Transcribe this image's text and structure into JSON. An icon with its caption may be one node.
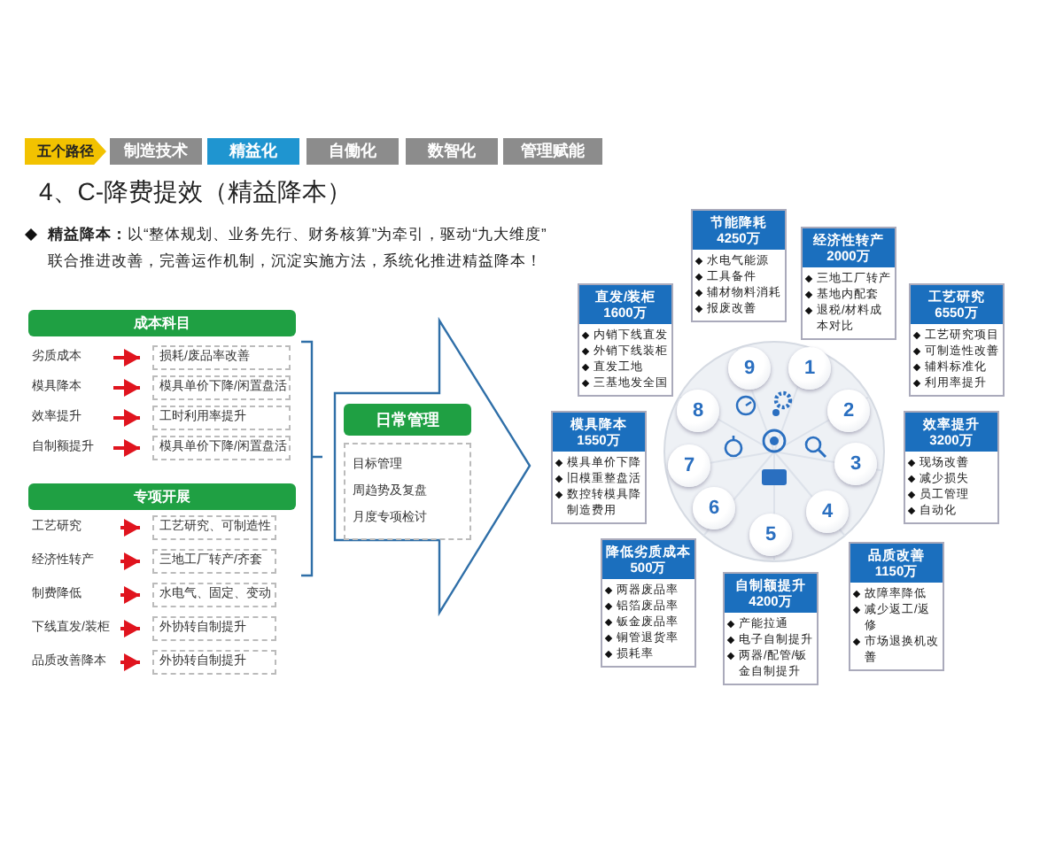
{
  "diagram": {
    "title": "4、C-降费提效（精益降本）",
    "nodes": [
      {
        "text": [
          "五个路径"
        ]
      },
      {
        "text": [
          "制造技术"
        ]
      },
      {
        "text": [
          "精益化"
        ]
      },
      {
        "text": [
          "自働化"
        ]
      },
      {
        "text": [
          "数智化"
        ]
      },
      {
        "text": [
          "管理赋能"
        ]
      },
      {
        "text": [
          "成本科目"
        ]
      },
      {
        "text": [
          "劣质成本"
        ]
      },
      {
        "text": [
          "损耗/废品率改善"
        ]
      },
      {
        "text": [
          "模具降本"
        ]
      },
      {
        "text": [
          "模具单价下降/闲置盘活"
        ]
      },
      {
        "text": [
          "效率提升"
        ]
      },
      {
        "text": [
          "工时利用率提升"
        ]
      },
      {
        "text": [
          "自制额提升"
        ]
      },
      {
        "text": [
          "模具单价下降/闲置盘活"
        ]
      },
      {
        "text": [
          "专项开展"
        ]
      },
      {
        "text": [
          "工艺研究"
        ]
      },
      {
        "text": [
          "工艺研究、可制造性"
        ]
      },
      {
        "text": [
          "经济性转产"
        ]
      },
      {
        "text": [
          "三地工厂转产/齐套"
        ]
      },
      {
        "text": [
          "制费降低"
        ]
      },
      {
        "text": [
          "水电气、固定、变动"
        ]
      },
      {
        "text": [
          "下线直发/装柜"
        ]
      },
      {
        "text": [
          "外协转自制提升"
        ]
      },
      {
        "text": [
          "品质改善降本"
        ]
      },
      {
        "text": [
          "外协转自制提升"
        ]
      },
      {
        "text": [],
        "shape": "arrow"
      },
      {
        "text": [
          "日常管理",
          "目标管理",
          "周趋势及复盘",
          "月度专项检讨"
        ],
        "in": 26
      },
      {
        "text": [],
        "shape": "circle"
      },
      {
        "text": [
          "1"
        ],
        "in": 28
      },
      {
        "text": [
          "2"
        ],
        "in": 28
      },
      {
        "text": [
          "3"
        ],
        "in": 28
      },
      {
        "text": [
          "4"
        ],
        "in": 28
      },
      {
        "text": [
          "5"
        ],
        "in": 28
      },
      {
        "text": [
          "6"
        ],
        "in": 28
      },
      {
        "text": [
          "7"
        ],
        "in": 28
      },
      {
        "text": [
          "8"
        ],
        "in": 28
      },
      {
        "text": [
          "9"
        ],
        "in": 28
      },
      {
        "text": [
          "节能降耗 4250万",
          "水电气能源",
          "工具备件",
          "辅材物料消耗",
          "报废改善"
        ]
      },
      {
        "text": [
          "经济性转产 2000万",
          "三地工厂转产",
          "基地内配套",
          "退税/材料成本对比"
        ]
      },
      {
        "text": [
          "工艺研究 6550万",
          "工艺研究项目",
          "可制造性改善",
          "辅料标准化",
          "利用率提升"
        ]
      },
      {
        "text": [
          "效率提升 3200万",
          "现场改善",
          "减少损失",
          "员工管理",
          "自动化"
        ]
      },
      {
        "text": [
          "品质改善 1150万",
          "故障率降低",
          "减少返工/返修",
          "市场退换机改善"
        ]
      },
      {
        "text": [
          "自制额提升 4200万",
          "产能拉通",
          "电子自制提升",
          "两器/配管/钣金自制提升"
        ]
      },
      {
        "text": [
          "降低劣质成本 500万",
          "两器废品率",
          "铝箔废品率",
          "钣金废品率",
          "铜管退货率",
          "损耗率"
        ]
      },
      {
        "text": [
          "模具降本 1550万",
          "模具单价下降",
          "旧模重整盘活",
          "数控转模具降制造费用"
        ]
      },
      {
        "text": [
          "直发/装柜 1600万",
          "内销下线直发",
          "外销下线装柜",
          "直发工地",
          "三基地发全国"
        ]
      }
    ],
    "edges": [
      {
        "from": 7,
        "to": 8,
        "arrow": "to"
      },
      {
        "from": 9,
        "to": 10,
        "arrow": "to"
      },
      {
        "from": 11,
        "to": 12,
        "arrow": "to"
      },
      {
        "from": 13,
        "to": 14,
        "arrow": "to"
      },
      {
        "from": 16,
        "to": 17,
        "arrow": "to"
      },
      {
        "from": 18,
        "to": 19,
        "arrow": "to"
      },
      {
        "from": 20,
        "to": 21,
        "arrow": "to"
      },
      {
        "from": 22,
        "to": 23,
        "arrow": "to"
      },
      {
        "from": 24,
        "to": 25,
        "arrow": "to"
      }
    ],
    "labels": [
      "**精益降本：**以“整体规划、业务先行、财务核算”为牵引，驱动“九大维度” 联合推进改善，完善运作机制，沉淀实施方法，系统化推进精益降本！"
    ]
  }
}
